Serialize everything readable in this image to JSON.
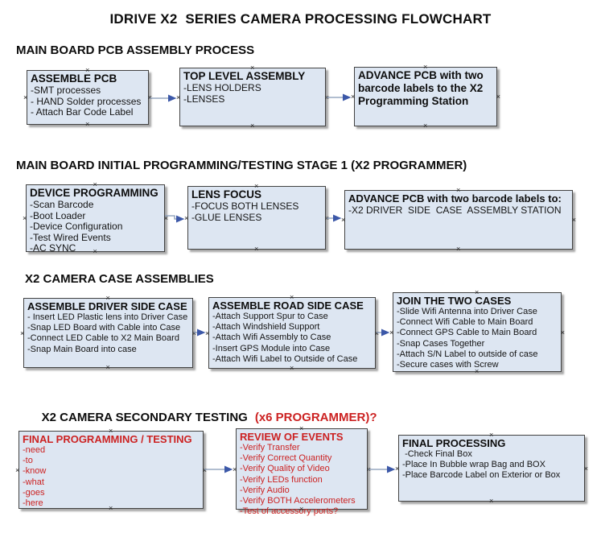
{
  "title": "IDRIVE X2  SERIES CAMERA PROCESSING FLOWCHART",
  "colors": {
    "box_fill": "#dde6f2",
    "box_border": "#424242",
    "red_text": "#cc2222",
    "arrow_line": "#8296b4",
    "arrow_head": "#3c58a8"
  },
  "sections": [
    {
      "heading": "MAIN BOARD PCB ASSEMBLY PROCESS",
      "boxes": [
        {
          "title": "ASSEMBLE PCB",
          "items": [
            "-SMT processes",
            "- HAND Solder processes",
            "- Attach Bar Code Label"
          ]
        },
        {
          "title": "TOP LEVEL ASSEMBLY",
          "items": [
            "-LENS HOLDERS",
            "-LENSES"
          ]
        },
        {
          "title": "ADVANCE PCB with two barcode labels to the X2 Programming Station",
          "items": []
        }
      ]
    },
    {
      "heading": "MAIN BOARD INITIAL PROGRAMMING/TESTING STAGE 1 (X2 PROGRAMMER)",
      "boxes": [
        {
          "title": "DEVICE PROGRAMMING",
          "items": [
            "-Scan Barcode",
            "-Boot Loader",
            "-Device Configuration",
            "-Test Wired Events",
            "-AC SYNC"
          ]
        },
        {
          "title": "LENS FOCUS",
          "items": [
            "-FOCUS BOTH LENSES",
            "-GLUE LENSES"
          ]
        },
        {
          "title": "ADVANCE PCB with two barcode labels to:",
          "items": [
            "-X2 DRIVER  SIDE  CASE  ASSEMBLY STATION"
          ]
        }
      ]
    },
    {
      "heading": "X2 CAMERA CASE ASSEMBLIES",
      "boxes": [
        {
          "title": "ASSEMBLE DRIVER SIDE CASE",
          "items": [
            "- Insert LED Plastic lens into Driver Case",
            "-Snap LED Board with Cable into Case",
            "-Connect LED Cable to X2 Main Board",
            "-Snap Main Board into case"
          ]
        },
        {
          "title": "ASSEMBLE ROAD SIDE CASE",
          "items": [
            "-Attach Support Spur to Case",
            "-Attach Windshield Support",
            "-Attach Wifi Assembly to Case",
            "-Insert GPS Module into Case",
            "-Attach Wifi Label to Outside of Case"
          ]
        },
        {
          "title": "JOIN THE TWO CASES",
          "items": [
            "-Slide Wifi Antenna into Driver Case",
            "-Connect Wifi Cable to Main Board",
            "-Connect GPS Cable to Main Board",
            "-Snap Cases Together",
            "-Attach S/N Label to outside of case",
            "-Secure cases with Screw"
          ]
        }
      ]
    },
    {
      "heading_black": "X2 CAMERA SECONDARY TESTING",
      "heading_red": "(x6 PROGRAMMER)?",
      "boxes": [
        {
          "title": "FINAL PROGRAMMING / TESTING",
          "items": [
            "-need",
            "-to",
            "-know",
            "-what",
            "-goes",
            "-here"
          ]
        },
        {
          "title": "REVIEW OF EVENTS",
          "items": [
            "-Verify Transfer",
            "-Verify Correct Quantity",
            "-Verify Quality of Video",
            "-Verify LEDs function",
            "-Verify Audio",
            "-Verify BOTH Accelerometers",
            "-Test of accessory ports?"
          ]
        },
        {
          "title": "FINAL PROCESSING",
          "items": [
            " -Check Final Box",
            "-Place In Bubble wrap Bag and BOX",
            "-Place Barcode Label on Exterior or Box"
          ]
        }
      ]
    }
  ]
}
